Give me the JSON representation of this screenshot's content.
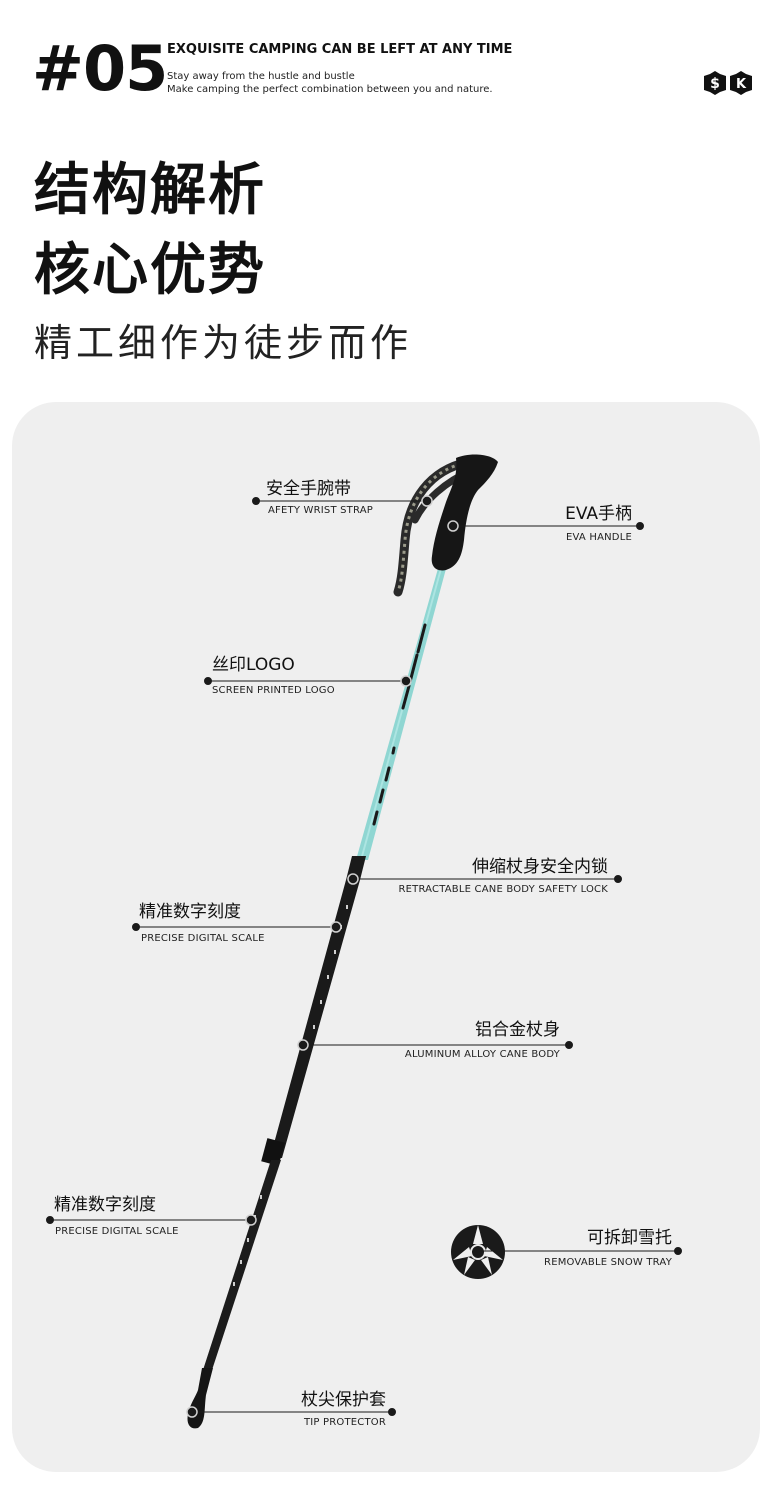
{
  "header": {
    "number": "#05",
    "tagline": "EXQUISITE CAMPING CAN BE LEFT AT ANY TIME",
    "sub_line_1": "Stay away from the hustle and bustle",
    "sub_line_2": "Make camping the perfect combination between you and nature.",
    "brand_icon": "sk-badge-logo"
  },
  "headline": {
    "line_1": "结构解析",
    "line_2": "核心优势",
    "subtitle": "精工细作为徒步而作"
  },
  "colors": {
    "shaft_teal": "#8fd6d2",
    "shaft_black": "#1a1a1a",
    "panel_bg": "#efefef",
    "text": "#111111"
  },
  "callouts": {
    "wrist_strap": {
      "cn": "安全手腕带",
      "en": "AFETY WRIST STRAP"
    },
    "eva_handle": {
      "cn": "EVA手柄",
      "en": "EVA HANDLE"
    },
    "screen_logo": {
      "cn": "丝印LOGO",
      "en": "SCREEN PRINTED LOGO"
    },
    "safety_lock": {
      "cn": "伸缩杖身安全内锁",
      "en": "RETRACTABLE CANE BODY SAFETY LOCK"
    },
    "digital_scale_1": {
      "cn": "精准数字刻度",
      "en": "PRECISE DIGITAL SCALE"
    },
    "alloy_body": {
      "cn": "铝合金杖身",
      "en": "ALUMINUM ALLOY CANE BODY"
    },
    "digital_scale_2": {
      "cn": "精准数字刻度",
      "en": "PRECISE DIGITAL SCALE"
    },
    "snow_tray": {
      "cn": "可拆卸雪托",
      "en": "REMOVABLE SNOW TRAY"
    },
    "tip_protector": {
      "cn": "杖尖保护套",
      "en": "TIP PROTECTOR"
    }
  }
}
